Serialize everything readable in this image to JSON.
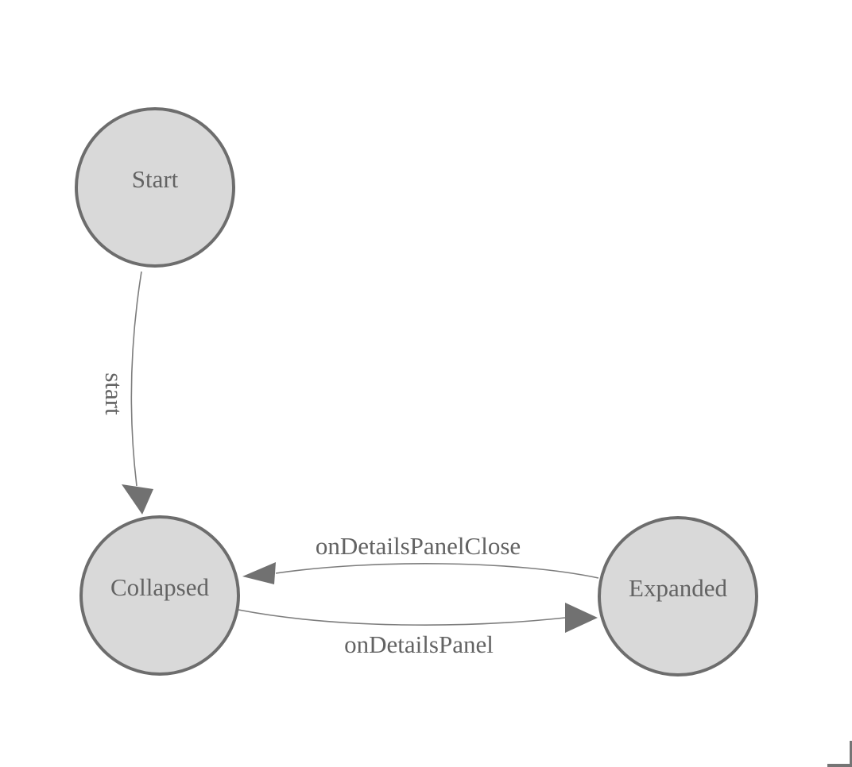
{
  "diagram": {
    "type": "state-machine",
    "nodes": [
      {
        "label": "Start"
      },
      {
        "label": "Collapsed"
      },
      {
        "label": "Expanded"
      }
    ],
    "edges": [
      {
        "from": "Start",
        "to": "Collapsed",
        "label": "start"
      },
      {
        "from": "Expanded",
        "to": "Collapsed",
        "label": "onDetailsPanelClose"
      },
      {
        "from": "Collapsed",
        "to": "Expanded",
        "label": "onDetailsPanel"
      }
    ],
    "icons": {
      "corner_mark": "resize-corner-bracket"
    },
    "colors": {
      "background": "#ffffff",
      "node_fill": "#d9d9d9",
      "node_border": "#6d6d6d",
      "edge_line": "#7d7d7d",
      "arrow_fill": "#717171",
      "label_text": "#636363",
      "corner_mark": "#757575"
    }
  }
}
